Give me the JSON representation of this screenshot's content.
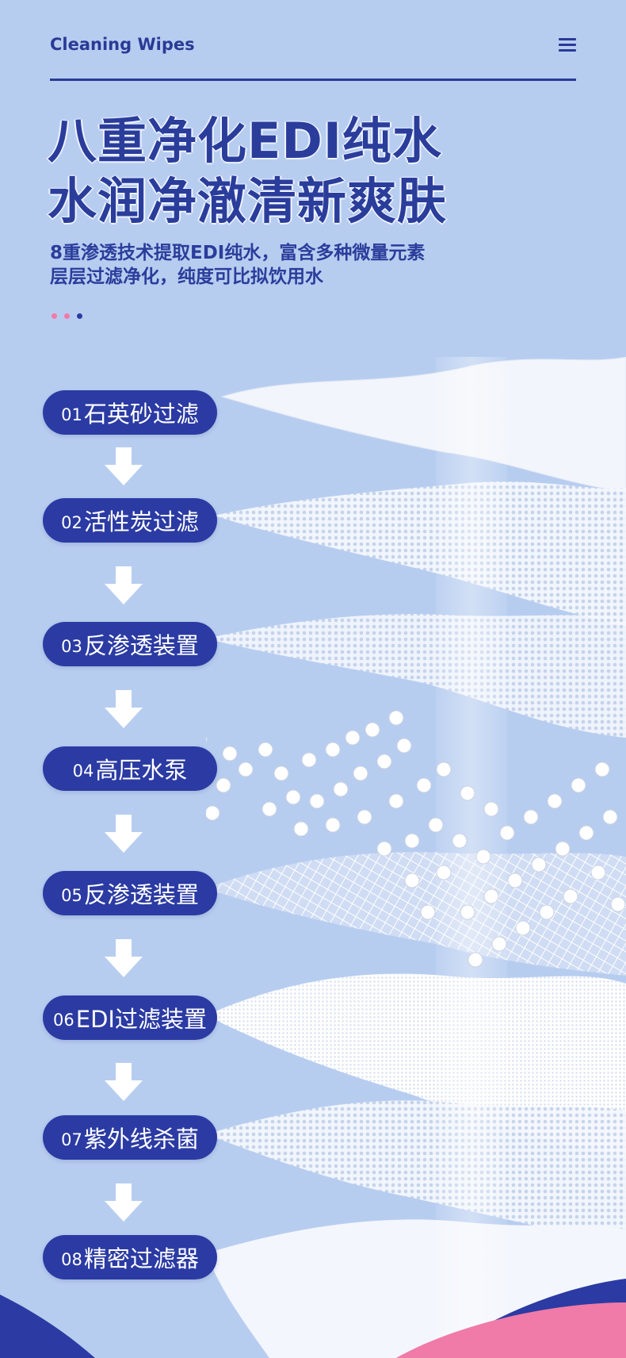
{
  "header": {
    "brand": "Cleaning Wipes",
    "menu_icon": "menu-icon"
  },
  "headline": {
    "line1": "八重净化EDI纯水",
    "line2": "水润净澈清新爽肤"
  },
  "subtitle": {
    "line1": "8重渗透技术提取EDI纯水，富含多种微量元素",
    "line2": "层层过滤净化，纯度可比拟饮用水"
  },
  "pagination": {
    "count": 3,
    "active": 3,
    "colors": [
      "#f07aa8",
      "#f07aa8",
      "#2b3ba3"
    ]
  },
  "steps": [
    {
      "num": "01",
      "label": "石英砂过滤"
    },
    {
      "num": "02",
      "label": "活性炭过滤"
    },
    {
      "num": "03",
      "label": "反渗透装置"
    },
    {
      "num": "04",
      "label": "高压水泵"
    },
    {
      "num": "05",
      "label": "反渗透装置"
    },
    {
      "num": "06",
      "label": "EDI过滤装置"
    },
    {
      "num": "07",
      "label": "紫外线杀菌"
    },
    {
      "num": "08",
      "label": "精密过滤器"
    }
  ],
  "colors": {
    "background": "#b7cdf0",
    "accent": "#2b3ba3",
    "pink": "#f07aa8",
    "white": "#ffffff"
  }
}
